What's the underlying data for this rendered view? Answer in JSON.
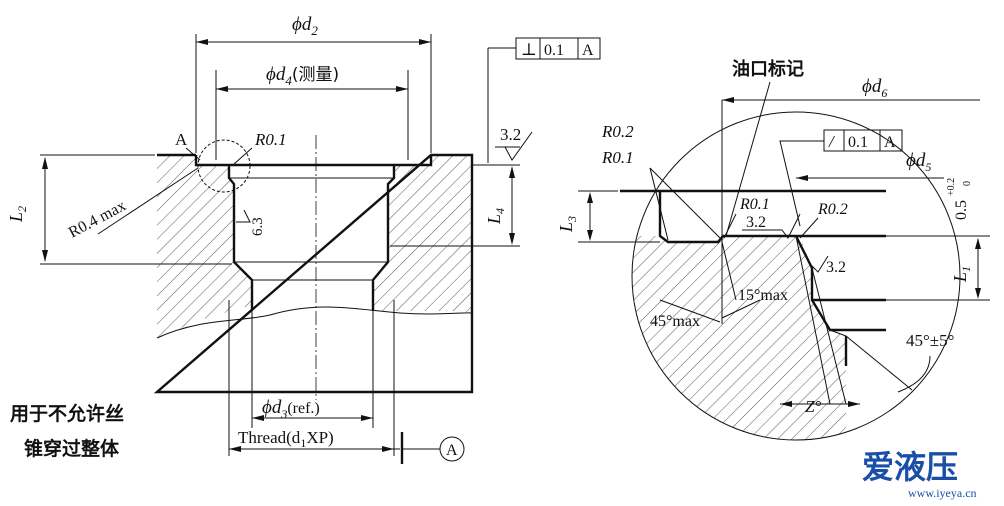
{
  "left_view": {
    "dim_d2": "ϕd",
    "dim_d2_sub": "2",
    "dim_d4": "ϕd",
    "dim_d4_sub": "4",
    "dim_d4_note": "(测量)",
    "label_a": "A",
    "r01": "R0.1",
    "r04": "R0.4 max",
    "l2": "L",
    "l2_sub": "2",
    "l4": "L",
    "l4_sub": "4",
    "rough_32": "3.2",
    "rough_63": "6.3",
    "gdt_symbol": "⊥",
    "gdt_value": "0.1",
    "gdt_datum": "A",
    "d3": "ϕd",
    "d3_sub": "3",
    "d3_note": "(ref.)",
    "thread": "Thread(d",
    "thread_sub": "1",
    "thread_end": "XP)",
    "datum_a": "A",
    "note_line1": "用于不允许丝",
    "note_line2": "锥穿过整体"
  },
  "right_view": {
    "oil_mark": "油口标记",
    "d6": "ϕd",
    "d6_sub": "6",
    "r02_a": "R0.2",
    "r01_a": "R0.1",
    "gdt_symbol": "/",
    "gdt_value": "0.1",
    "gdt_datum": "A",
    "d5": "ϕd",
    "d5_sub": "5",
    "l3": "L",
    "l3_sub": "3",
    "r01_b": "R0.1",
    "r32_a": "3.2",
    "r02_b": "R0.2",
    "tol_main": "0.5",
    "tol_upper": "+0.2",
    "tol_lower": "0",
    "l1": "L",
    "l1_sub": "1",
    "r32_b": "3.2",
    "angle15": "15°max",
    "angle45max": "45°max",
    "angle45": "45°±5°",
    "z_angle": "Z°"
  },
  "watermark": {
    "brand": "爱液压",
    "url": "www.iyeya.cn"
  }
}
